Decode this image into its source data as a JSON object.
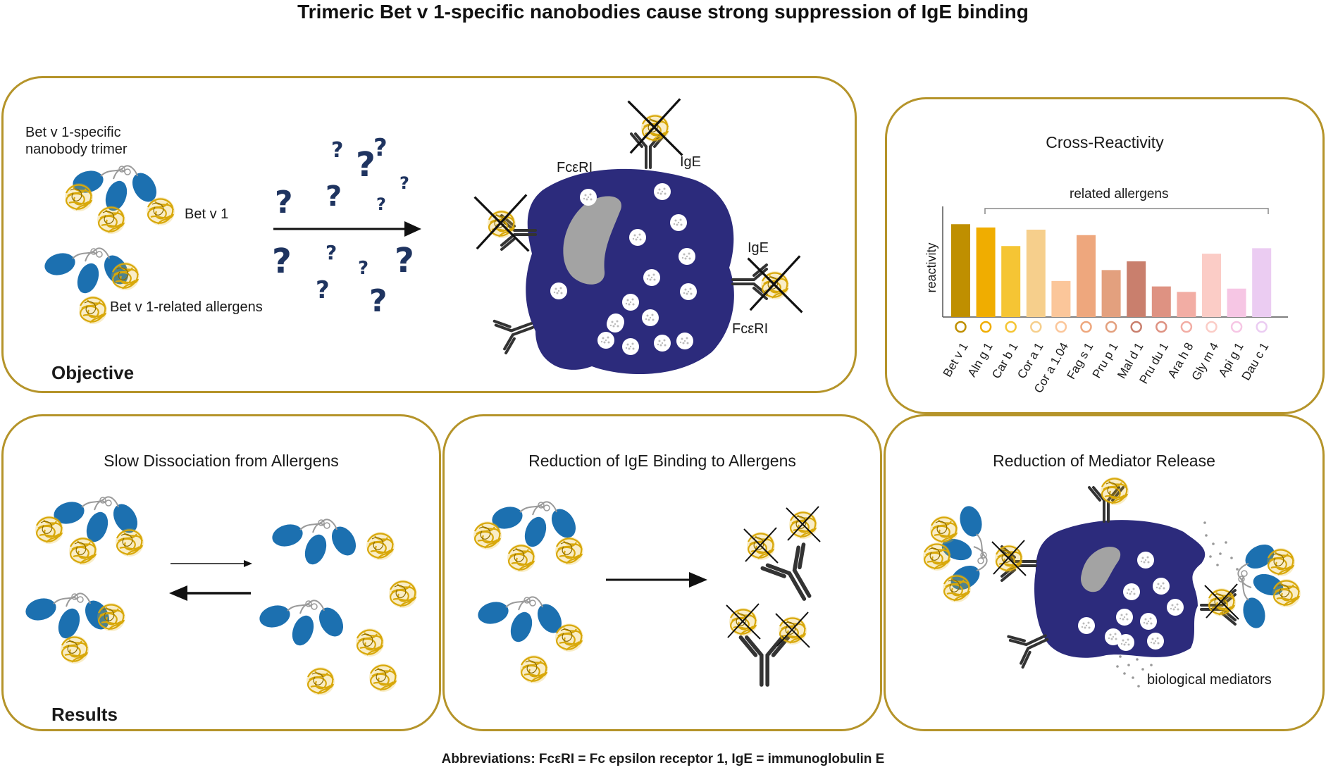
{
  "title": "Trimeric Bet v 1-specific nanobodies cause strong suppression of IgE binding",
  "footer": "Abbreviations: FcεRI = Fc epsilon receptor 1, IgE = immunoglobulin E",
  "colors": {
    "border": "#b5942a",
    "nanobody": "#1c70b0",
    "allergen": "#e6b620",
    "mast_cell": "#2c2b7c",
    "nucleus": "#a3a3a3",
    "antibody": "#333333"
  },
  "objective": {
    "label": "Objective",
    "trimer_label_line1": "Bet v 1-specific",
    "trimer_label_line2": "nanobody trimer",
    "betv1_label": "Bet v 1",
    "related_label": "Bet v 1-related allergens",
    "question_mark": "?",
    "fceri_top": "FcεRI",
    "ige_top": "IgE",
    "ige_right": "IgE",
    "fceri_right": "FcεRI"
  },
  "results": {
    "label": "Results",
    "slow_dissociation": {
      "title": "Slow Dissociation from Allergens"
    },
    "ige_reduction": {
      "title": "Reduction of IgE Binding to Allergens"
    },
    "mediator_reduction": {
      "title": "Reduction of Mediator Release",
      "mediators_label": "biological mediators"
    }
  },
  "cross_reactivity": {
    "title": "Cross-Reactivity",
    "bracket_label": "related allergens"
  },
  "chart_data": {
    "type": "bar",
    "title": "Cross-Reactivity",
    "ylabel": "reactivity",
    "xlabel": "",
    "ylim": [
      0,
      100
    ],
    "categories": [
      "Bet v 1",
      "Aln g 1",
      "Car b 1",
      "Cor a 1",
      "Cor a 1.04",
      "Fag s 1",
      "Pru p 1",
      "Mal d 1",
      "Pru du 1",
      "Ara h 8",
      "Gly m 4",
      "Api g 1",
      "Dau c 1"
    ],
    "values": [
      85,
      82,
      65,
      80,
      33,
      75,
      43,
      51,
      28,
      23,
      58,
      26,
      63
    ],
    "colors": [
      "#bf8f00",
      "#f0ad00",
      "#f5c534",
      "#f6cf8c",
      "#fbc69a",
      "#eea77d",
      "#e3a07e",
      "#c97f6d",
      "#de9282",
      "#f2ada4",
      "#fbccc6",
      "#f6c6e4",
      "#ebccf2"
    ],
    "annotations": [
      "related allergens"
    ]
  }
}
